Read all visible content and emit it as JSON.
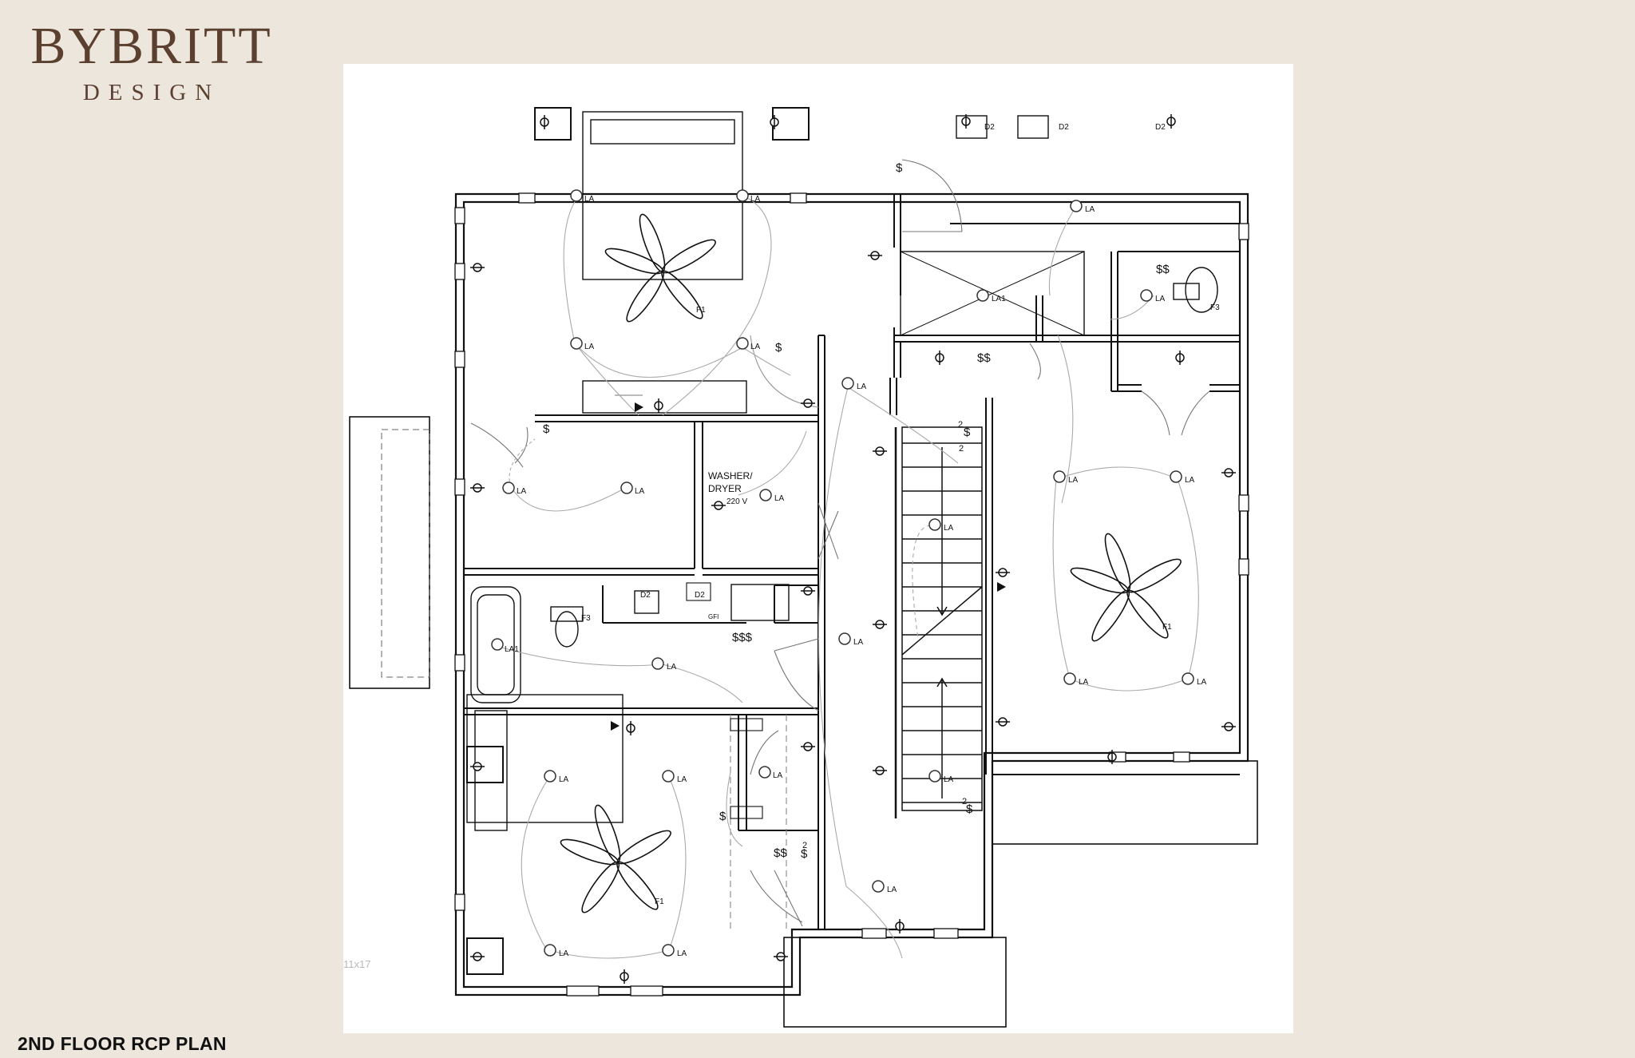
{
  "brand": {
    "name": "BYBRITT",
    "sub": "DESIGN"
  },
  "caption": "2ND FLOOR RCP PLAN",
  "plan": {
    "sheet_size": "11x17",
    "labels": {
      "light": "LA",
      "light_1": "LA1",
      "fan": "F1",
      "fixture_f3": "F3",
      "d2": "D2",
      "washer_line1": "WASHER/",
      "washer_line2": "DRYER",
      "voltage": "220 V",
      "switch_single": "$",
      "switch_double": "$$",
      "switch_triple": "$$$",
      "gfi": "GFI",
      "two": "2"
    }
  }
}
